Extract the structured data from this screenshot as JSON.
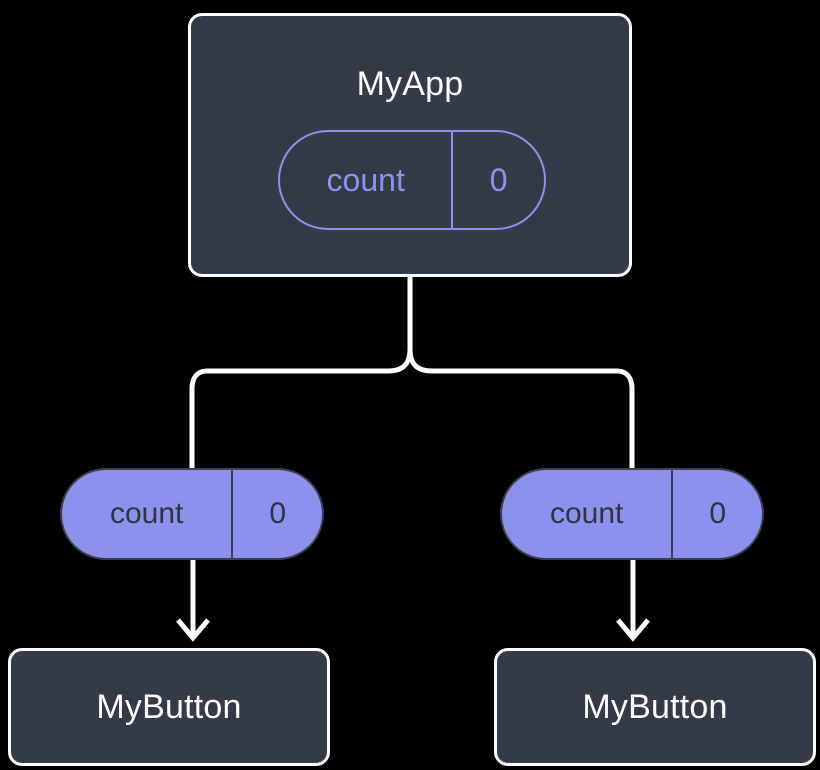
{
  "diagram": {
    "title_hidden": "",
    "colors": {
      "background": "#000000",
      "node_fill": "#343b48",
      "node_border": "#ffffff",
      "accent_purple": "#8b92ee",
      "pill_text_dark": "#30343d",
      "wire": "#ffffff"
    },
    "root": {
      "label": "MyApp",
      "state": {
        "key": "count",
        "value": "0"
      }
    },
    "branches": [
      {
        "state": {
          "key": "count",
          "value": "0"
        },
        "child": {
          "label": "MyButton"
        }
      },
      {
        "state": {
          "key": "count",
          "value": "0"
        },
        "child": {
          "label": "MyButton"
        }
      }
    ]
  }
}
